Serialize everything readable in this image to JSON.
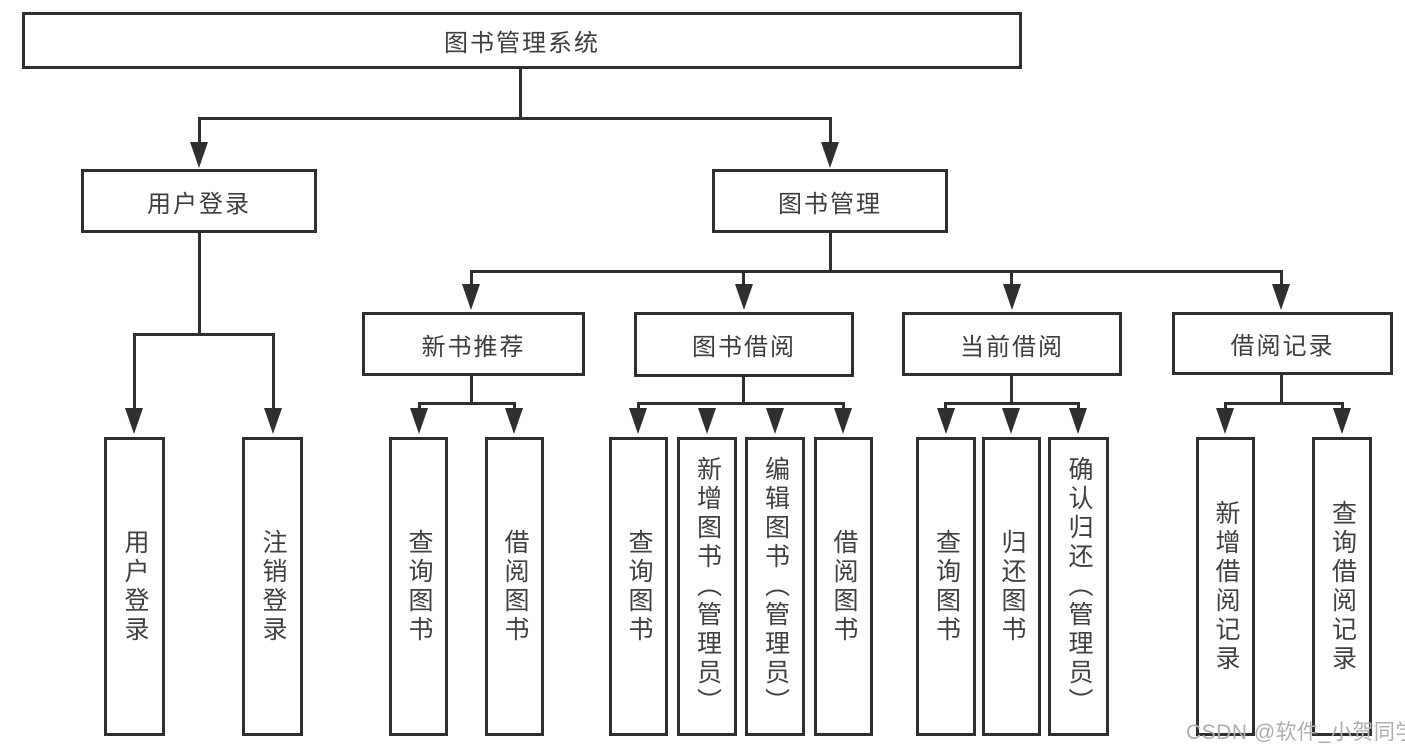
{
  "diagram": {
    "root": {
      "label": "图书管理系统"
    },
    "level2": [
      {
        "label": "用户登录"
      },
      {
        "label": "图书管理"
      }
    ],
    "level3": [
      {
        "label": "新书推荐"
      },
      {
        "label": "图书借阅"
      },
      {
        "label": "当前借阅"
      },
      {
        "label": "借阅记录"
      }
    ],
    "leaves": {
      "user_login": [
        "用户登录",
        "注销登录"
      ],
      "new_book_recommend": [
        "查询图书",
        "借阅图书"
      ],
      "book_borrow": [
        "查询图书",
        "新增图书（管理员）",
        "编辑图书（管理员）",
        "借阅图书"
      ],
      "current_borrow": [
        "查询图书",
        "归还图书",
        "确认归还（管理员）"
      ],
      "borrow_records": [
        "新增借阅记录",
        "查询借阅记录"
      ]
    }
  },
  "watermark": {
    "text": "CSDN @软件_小贺同学",
    "color": "#aeaeae"
  },
  "colors": {
    "background": "#ffffff",
    "line": "#2f2f2f",
    "box_border": "#2f2f2f",
    "box_fill": "#ffffff",
    "text": "#3d3d3d"
  }
}
